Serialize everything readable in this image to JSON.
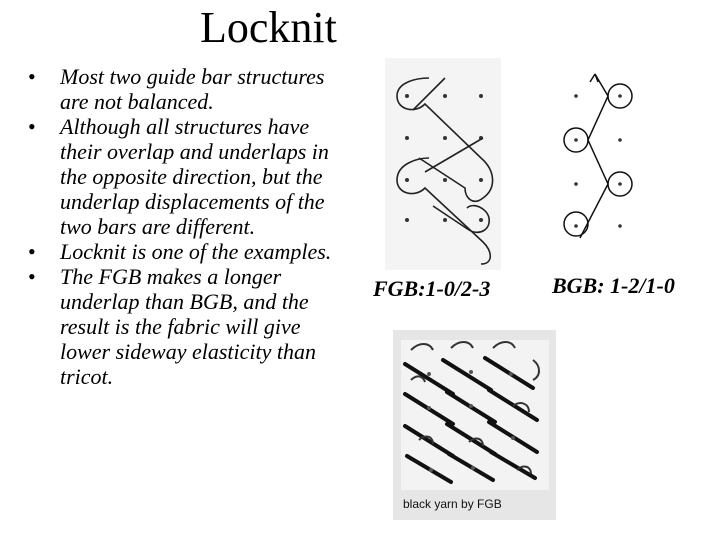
{
  "slide": {
    "title": "Locknit",
    "bullets": [
      "Most two guide bar structures are not balanced.",
      "Although all structures have their overlap and underlaps in the opposite direction, but the underlap displacements of the two bars are different.",
      "Locknit is one of the examples.",
      "The FGB makes a longer underlap than BGB, and the result is the fabric will give lower sideway elasticity than tricot."
    ],
    "bullet_marker": "•"
  },
  "figures": {
    "fgb_caption": "FGB:1-0/2-3",
    "bgb_caption": "BGB: 1-2/1-0",
    "fabric_label": "black yarn by FGB"
  }
}
